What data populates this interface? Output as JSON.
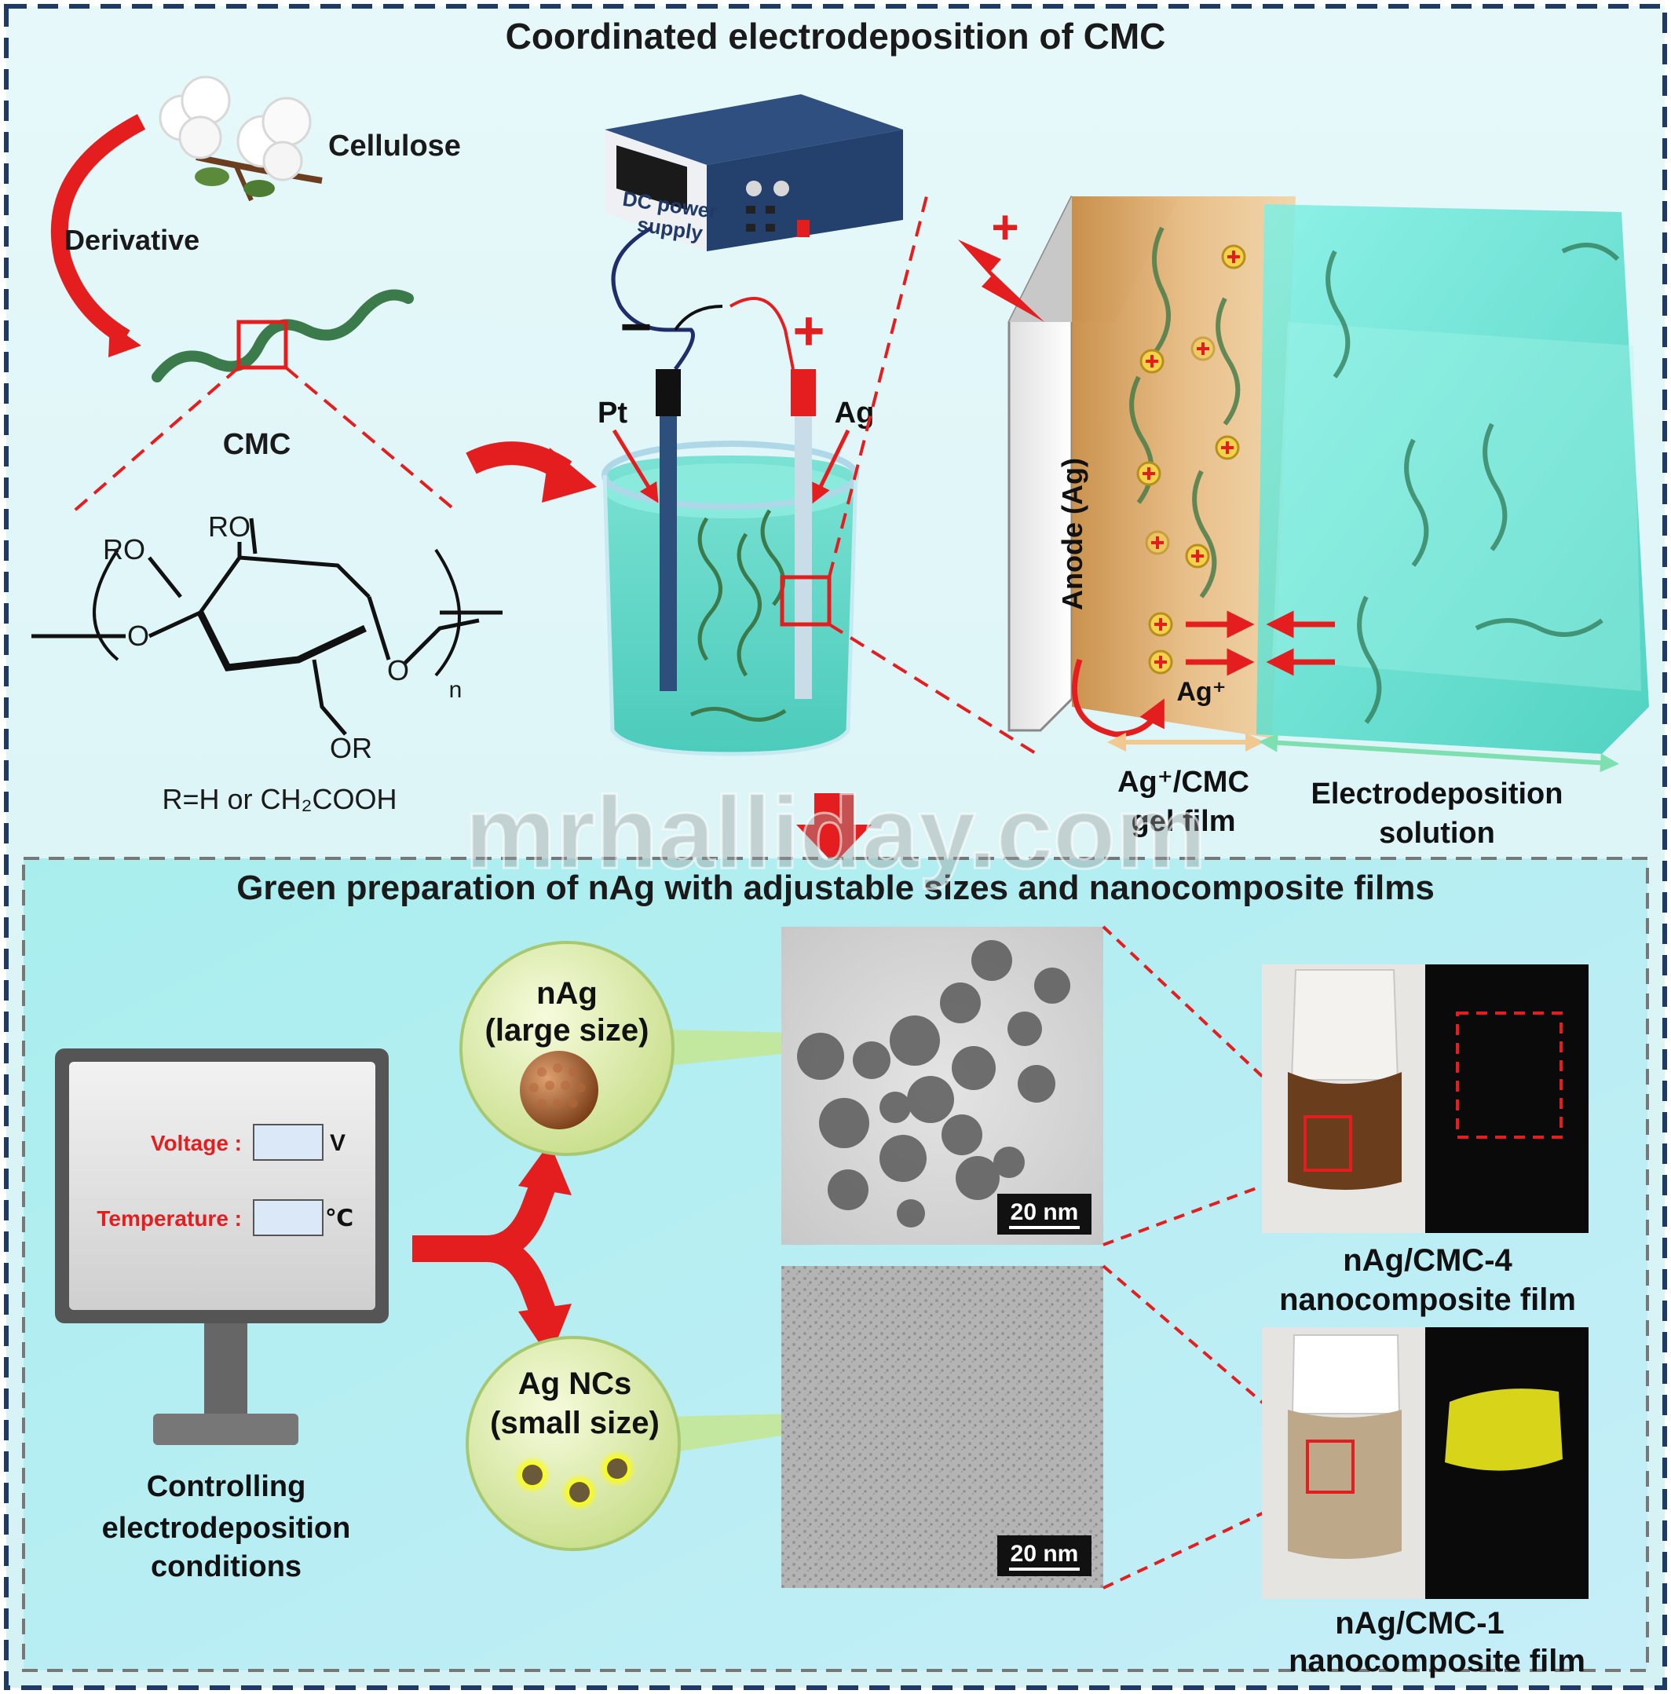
{
  "top": {
    "title": "Coordinated electrodeposition of CMC",
    "cellulose_label": "Cellulose",
    "derivative_label": "Derivative",
    "cmc_label": "CMC",
    "structure": {
      "ro1": "RO",
      "ro2": "RO",
      "o_left": "O",
      "o_ring": "O",
      "or": "OR",
      "n": "n",
      "r_def": "R=H or CH₂COOH"
    },
    "dc_power": "DC power",
    "dc_supply": "supply",
    "minus": "−",
    "plus": "+",
    "pt_label": "Pt",
    "ag_label": "Ag",
    "anode_label": "Anode (Ag)",
    "ag_ion_label": "Ag⁺",
    "gel_film_line1": "Ag⁺/CMC",
    "gel_film_line2": "gel film",
    "solution_line1": "Electrodeposition",
    "solution_line2": "solution"
  },
  "watermark": "mrhalliday.com",
  "bottom": {
    "title": "Green preparation of nAg with adjustable sizes and nanocomposite films",
    "voltage_label": "Voltage :",
    "voltage_unit": "V",
    "temperature_label": "Temperature :",
    "temperature_unit": "℃",
    "controlling_line1": "Controlling",
    "controlling_line2": "electrodeposition",
    "controlling_line3": "conditions",
    "large_line1": "nAg",
    "large_line2": "(large size)",
    "small_line1": "Ag NCs",
    "small_line2": "(small size)",
    "scalebar_top": "20 nm",
    "scalebar_bottom": "20 nm",
    "film4_line1": "nAg/CMC-4",
    "film4_line2": "nanocomposite film",
    "film1_line1": "nAg/CMC-1",
    "film1_line2": "nanocomposite film"
  },
  "colors": {
    "accent_red": "#e41e1e",
    "panel_top": "#d8f4f6",
    "panel_bottom": "#b6eef0",
    "border_navy": "#1f3a66",
    "polymer_green": "#3b7a4a",
    "gel_orange": "#d8a060",
    "solution_cyan": "#4fd6c4"
  }
}
